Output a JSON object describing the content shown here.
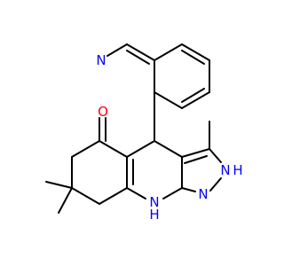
{
  "colors": {
    "bond": "#000000",
    "oxygen": "#ff0000",
    "nitrogen": "#0000ff",
    "background": "#ffffff"
  },
  "labels": {
    "oxygen": "O",
    "pyridine_n": "N",
    "pyrazole_nh_top": "N",
    "pyrazole_h_top": "H",
    "pyrazole_n_bottom": "N",
    "ring_nh_n": "N",
    "ring_nh_h": "H"
  }
}
